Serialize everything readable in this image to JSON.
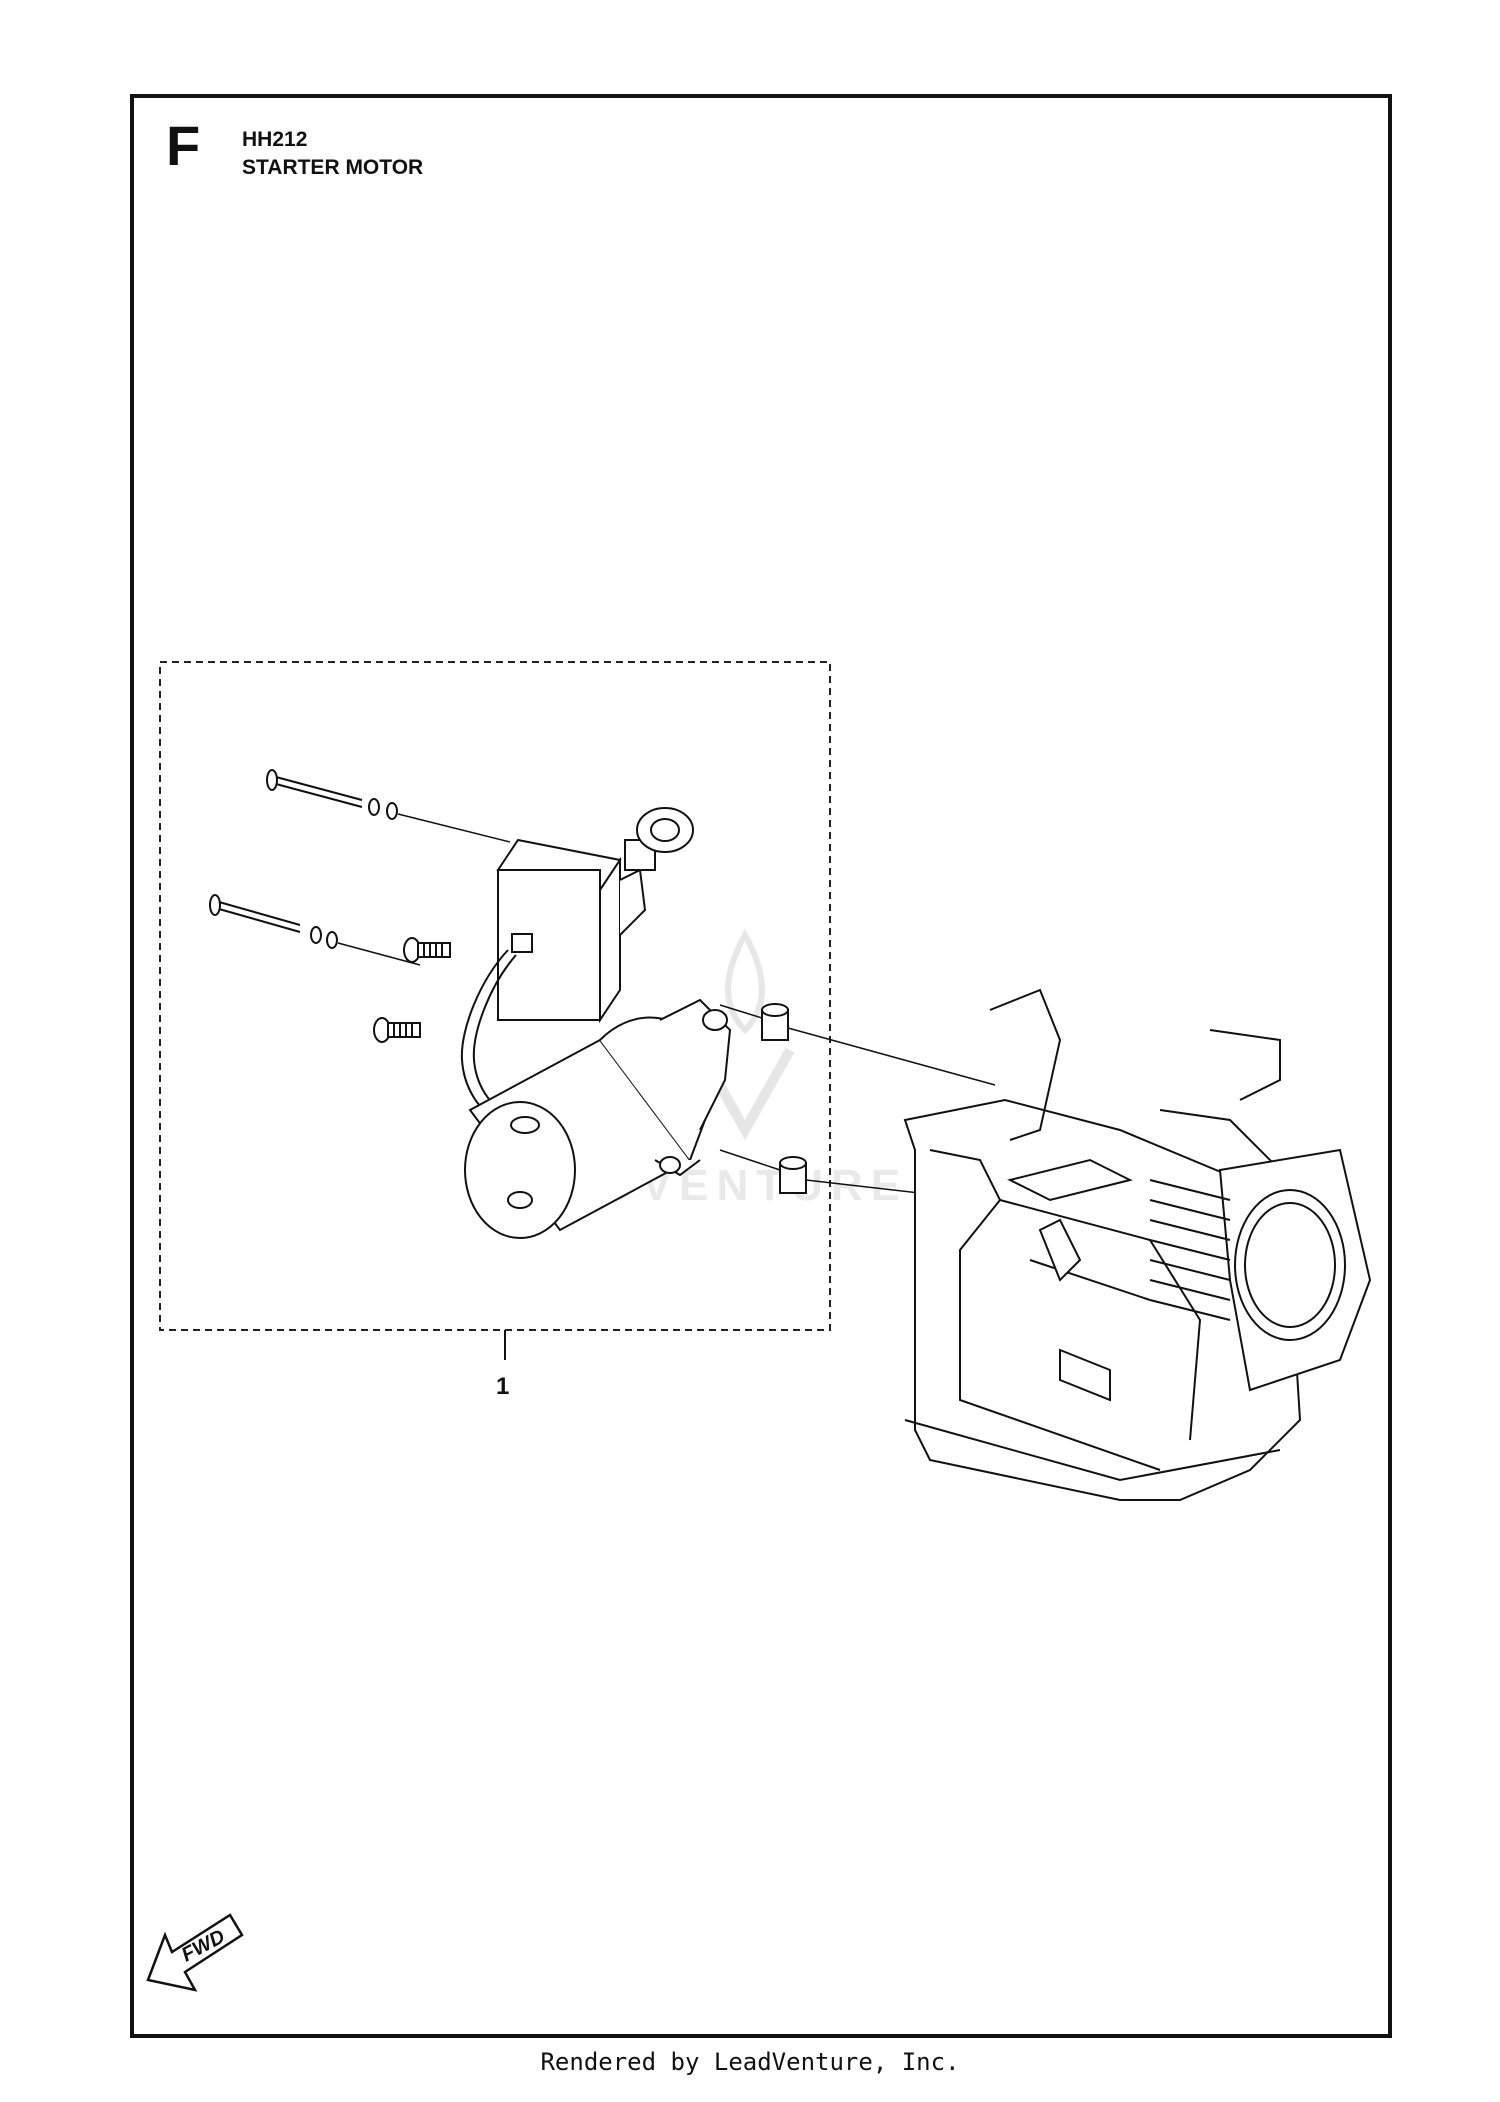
{
  "header": {
    "section_letter": "F",
    "model": "HH212",
    "title": "STARTER MOTOR"
  },
  "callouts": [
    {
      "number": "1"
    }
  ],
  "watermark": {
    "text": "LEADVENTURE"
  },
  "direction_indicator": {
    "label": "FWD"
  },
  "footer": {
    "text": "Rendered by LeadVenture, Inc."
  },
  "colors": {
    "line": "#111111",
    "watermark": "#d9d9d9",
    "background": "#ffffff"
  }
}
